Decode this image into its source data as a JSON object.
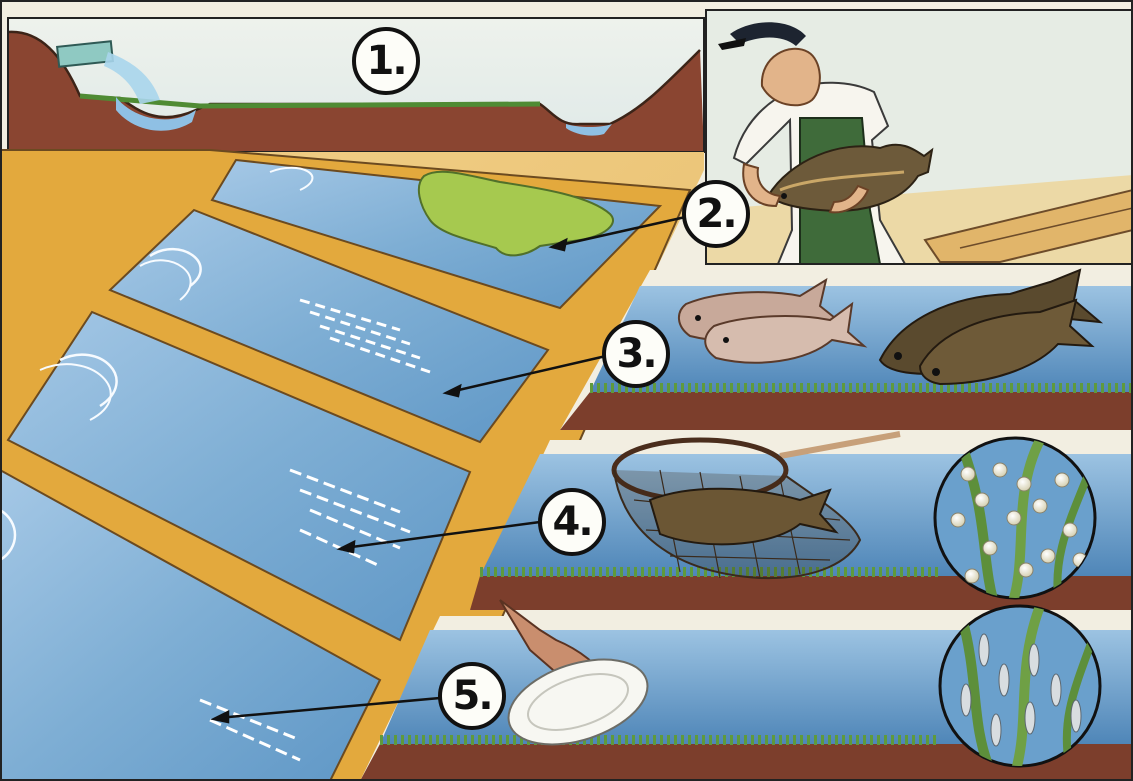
{
  "steps": [
    {
      "label": "1."
    },
    {
      "label": "2."
    },
    {
      "label": "3."
    },
    {
      "label": "4."
    },
    {
      "label": "5."
    }
  ],
  "colors": {
    "water": "#7eaed4",
    "water_dark": "#4f86b8",
    "dam_wood": "#e3a93d",
    "soil": "#7c3e2c",
    "grass": "#5f9a3c",
    "algae": "#a6c94f",
    "paper": "#f3efe2"
  },
  "icons": [
    "fisherman",
    "carp-fish",
    "landing-net",
    "fish-eggs-magnified",
    "fish-fry-magnified",
    "feeding-plate",
    "water-pipe"
  ]
}
